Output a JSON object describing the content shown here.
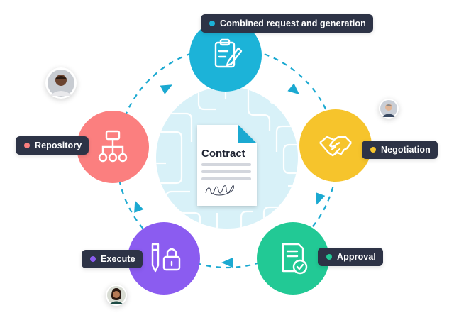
{
  "center_document": {
    "title": "Contract",
    "icon": "contract-document-icon"
  },
  "stages": [
    {
      "id": "request",
      "label": "Combined request and generation",
      "icon": "clipboard-pencil-icon",
      "color": "#1cb3d8",
      "dot_color": "#1cb3d8"
    },
    {
      "id": "negotiation",
      "label": "Negotiation",
      "icon": "handshake-icon",
      "color": "#f6c42c",
      "dot_color": "#f6c42c"
    },
    {
      "id": "approval",
      "label": "Approval",
      "icon": "approved-document-icon",
      "color": "#22c995",
      "dot_color": "#22c995"
    },
    {
      "id": "execute",
      "label": "Execute",
      "icon": "pen-and-lock-icon",
      "color": "#8b5cf0",
      "dot_color": "#8b5cf0"
    },
    {
      "id": "repository",
      "label": "Repository",
      "icon": "hierarchy-tree-icon",
      "color": "#fb7f7f",
      "dot_color": "#fb7f7f"
    }
  ],
  "cycle": {
    "line_color": "#1ba9d1",
    "halo_color": "#d8f1f8"
  },
  "avatars": [
    {
      "id": "avatar-repository",
      "icon": "person-avatar-icon"
    },
    {
      "id": "avatar-negotiation",
      "icon": "person-avatar-icon"
    },
    {
      "id": "avatar-execute",
      "icon": "person-avatar-icon"
    }
  ]
}
